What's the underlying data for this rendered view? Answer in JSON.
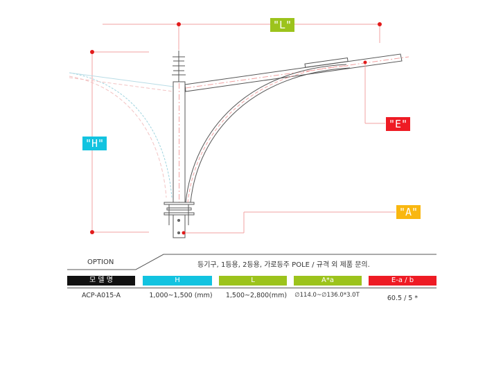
{
  "labels": {
    "L": "\"L\"",
    "H": "\"H\"",
    "E": "\"E\"",
    "A": "\"A\""
  },
  "colors": {
    "L": "#9cc31c",
    "H": "#12c3e0",
    "E": "#ee1b24",
    "A": "#f9b710",
    "model_header": "#111111"
  },
  "option": {
    "label": "OPTION",
    "text": "등기구, 1등용, 2등용, 가로등주 POLE / 규격 외 제품 문의."
  },
  "table": {
    "headers": [
      "모 델 명",
      "H",
      "L",
      "A*a",
      "E-a / b"
    ],
    "row": [
      "ACP-A015-A",
      "1,000~1,500 (mm)",
      "1,500~2,800(mm)",
      "∅114.0~∅136.0*3.0T",
      "60.5 / 5 *"
    ]
  }
}
